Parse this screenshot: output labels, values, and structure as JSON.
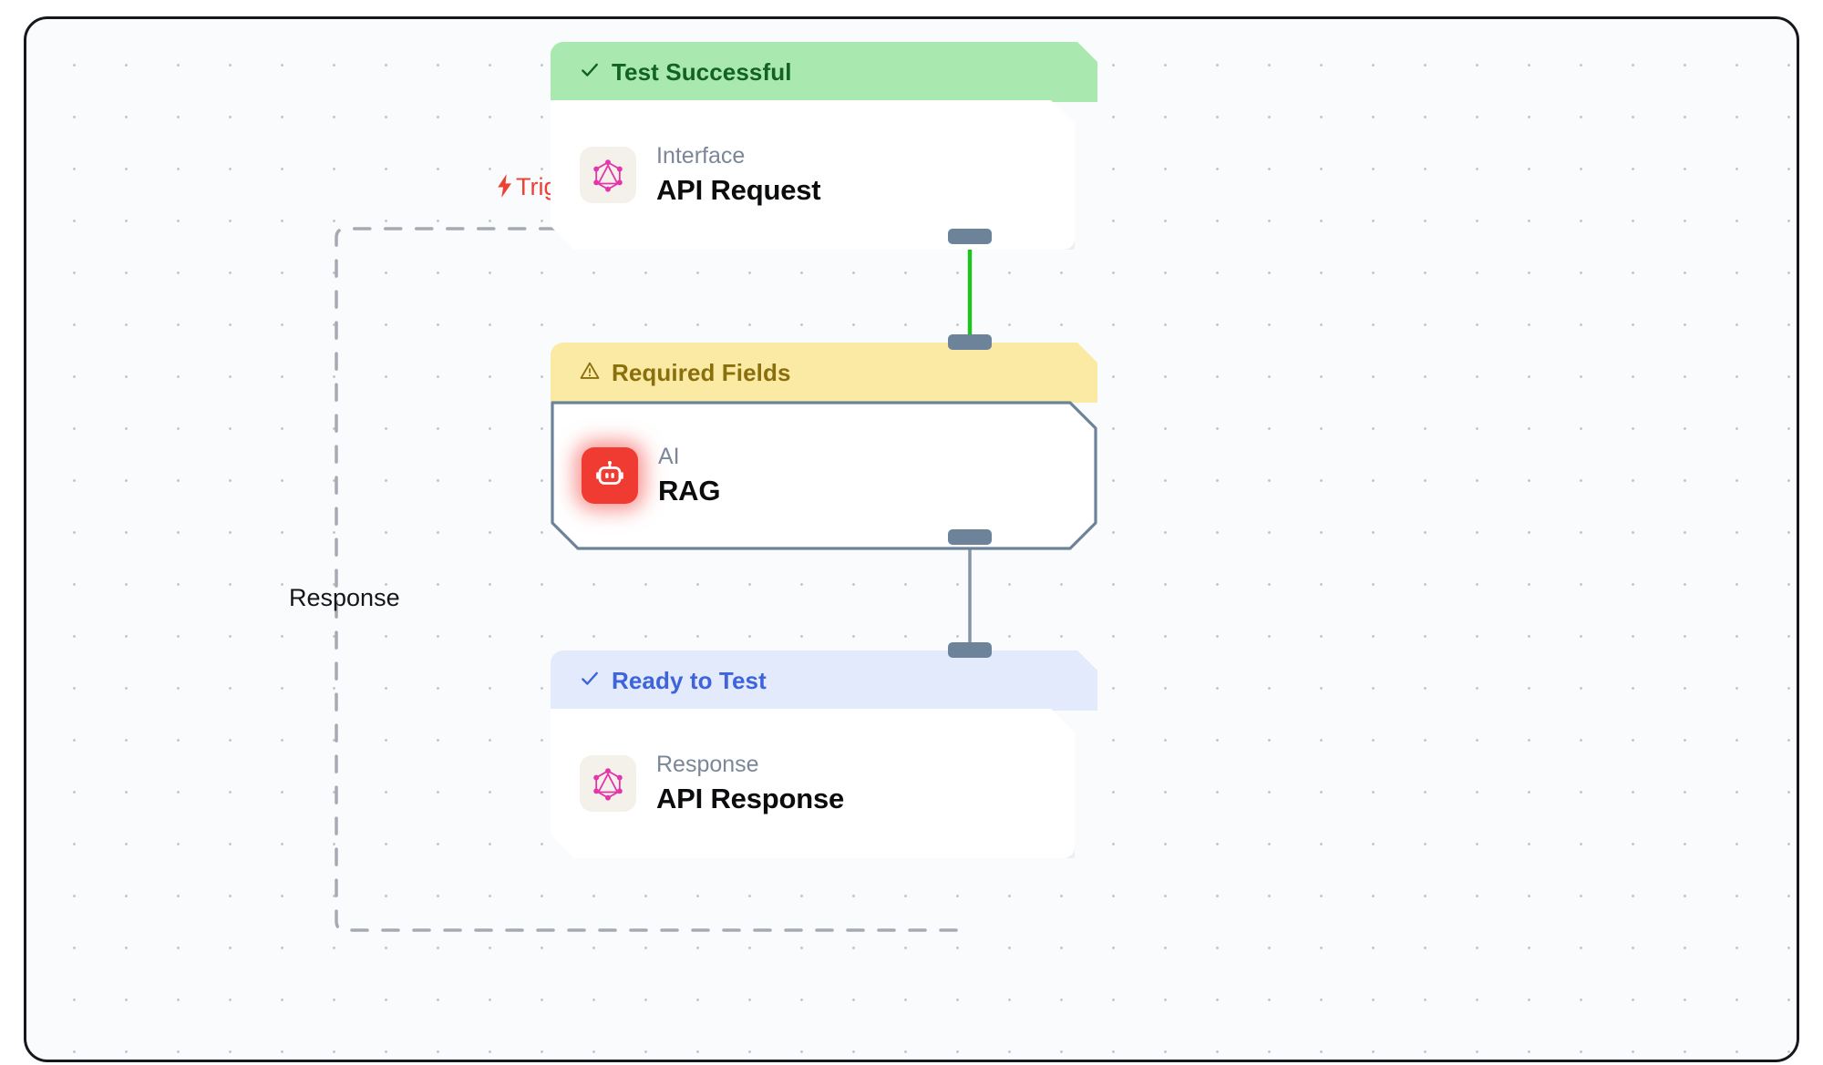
{
  "canvas": {
    "background": "#fafbfc",
    "border_color": "#16181d",
    "grid": "dot-grid"
  },
  "labels": {
    "trigger": {
      "text": "Trigger",
      "icon": "lightning-bolt-icon",
      "glyph": "⚡",
      "color": "#ea4335"
    },
    "response": {
      "text": "Response",
      "color": "#14161a"
    }
  },
  "nodes": [
    {
      "id": "api-request",
      "status": {
        "text": "Test Successful",
        "icon": "check-icon",
        "glyph": "✓",
        "bg": "#a9e8ae",
        "fg": "#126321"
      },
      "kind": "Interface",
      "title": "API Request",
      "icon": "graphql-icon",
      "selected": false
    },
    {
      "id": "rag",
      "status": {
        "text": "Required Fields",
        "icon": "warning-triangle-icon",
        "glyph": "⚠",
        "bg": "#fbeaa4",
        "fg": "#8a6f0d"
      },
      "kind": "AI",
      "title": "RAG",
      "icon": "robot-icon",
      "selected": true
    },
    {
      "id": "api-response",
      "status": {
        "text": "Ready to Test",
        "icon": "check-icon",
        "glyph": "✓",
        "bg": "#e3eafc",
        "fg": "#3d63dd"
      },
      "kind": "Response",
      "title": "API Response",
      "icon": "graphql-icon",
      "selected": false
    }
  ],
  "edges": [
    {
      "id": "edge-request-to-rag",
      "from": "api-request",
      "to": "rag",
      "color": "#22c122",
      "style": "solid"
    },
    {
      "id": "edge-rag-to-response",
      "from": "rag",
      "to": "api-response",
      "color": "#8494a6",
      "style": "solid"
    },
    {
      "id": "edge-response-loop",
      "from": "api-response",
      "to": "api-request",
      "color": "#a6aab3",
      "style": "dashed",
      "label": "Response"
    }
  ]
}
